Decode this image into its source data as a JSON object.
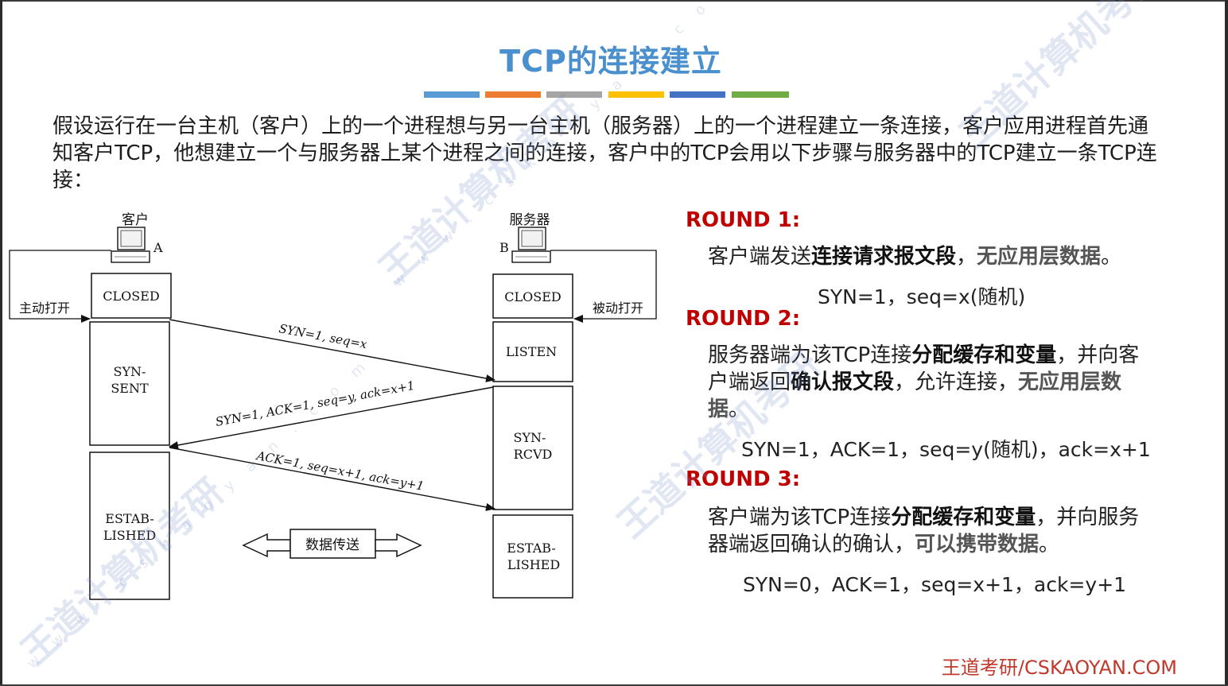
{
  "title": "TCP的连接建立",
  "color_bars": [
    "#5b9bd5",
    "#ed7d31",
    "#a5a5a5",
    "#ffc000",
    "#4472c4",
    "#70ad47"
  ],
  "intro": "假设运行在一台主机（客户）上的一个进程想与另一台主机（服务器）上的一个进程建立一条连接，客户应用进程首先通知客户TCP，他想建立一个与服务器上某个进程之间的连接，客户中的TCP会用以下步骤与服务器中的TCP建立一条TCP连接：",
  "diagram": {
    "client_label": "客户",
    "client_letter": "A",
    "server_label": "服务器",
    "server_letter": "B",
    "active_open": "主动打开",
    "passive_open": "被动打开",
    "client_states": [
      "CLOSED",
      "SYN-",
      "SENT",
      "ESTAB-",
      "LISHED"
    ],
    "server_states": [
      "CLOSED",
      "LISTEN",
      "SYN-",
      "RCVD",
      "ESTAB-",
      "LISHED"
    ],
    "msg1": "SYN=1, seq=x",
    "msg2": "SYN=1, ACK=1, seq=y, ack=x+1",
    "msg3": "ACK=1, seq=x+1, ack=y+1",
    "data_transfer": "数据传送"
  },
  "rounds": [
    {
      "head": "ROUND 1:",
      "body_parts": [
        "客户端发送",
        "连接请求报文段",
        "，",
        "无应用层数据",
        "。"
      ],
      "formula": "SYN=1，seq=x(随机)"
    },
    {
      "head": "ROUND 2:",
      "body_parts": [
        "服务器端为该TCP连接",
        "分配缓存和变量",
        "，并向客户端返回",
        "确认报文段",
        "，允许连接，",
        "无应用层数据",
        "。"
      ],
      "formula": "SYN=1，ACK=1，seq=y(随机)，ack=x+1"
    },
    {
      "head": "ROUND 3:",
      "body_parts": [
        "客户端为该TCP连接",
        "分配缓存和变量",
        "，并向服务器端返回确认的确认，",
        "可以携带数据",
        "。"
      ],
      "formula": "SYN=0，ACK=1，seq=x+1，ack=y+1"
    }
  ],
  "footer": "王道考研/CSKAOYAN.COM",
  "watermark": {
    "brand": "王道计算机考研",
    "url": "w w w . c s k a o y a n . c o m"
  }
}
